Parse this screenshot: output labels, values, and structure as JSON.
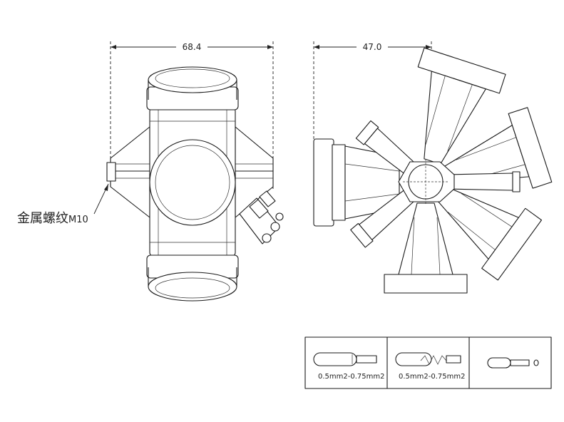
{
  "dimensions": {
    "width_front": "68.4",
    "width_side": "47.0"
  },
  "callout": {
    "text": "金属螺纹",
    "thread": "M10"
  },
  "wire_table": {
    "cells": [
      {
        "label": "0.5mm2-0.75mm2"
      },
      {
        "label": "0.5mm2-0.75mm2"
      },
      {
        "label": ""
      }
    ]
  }
}
